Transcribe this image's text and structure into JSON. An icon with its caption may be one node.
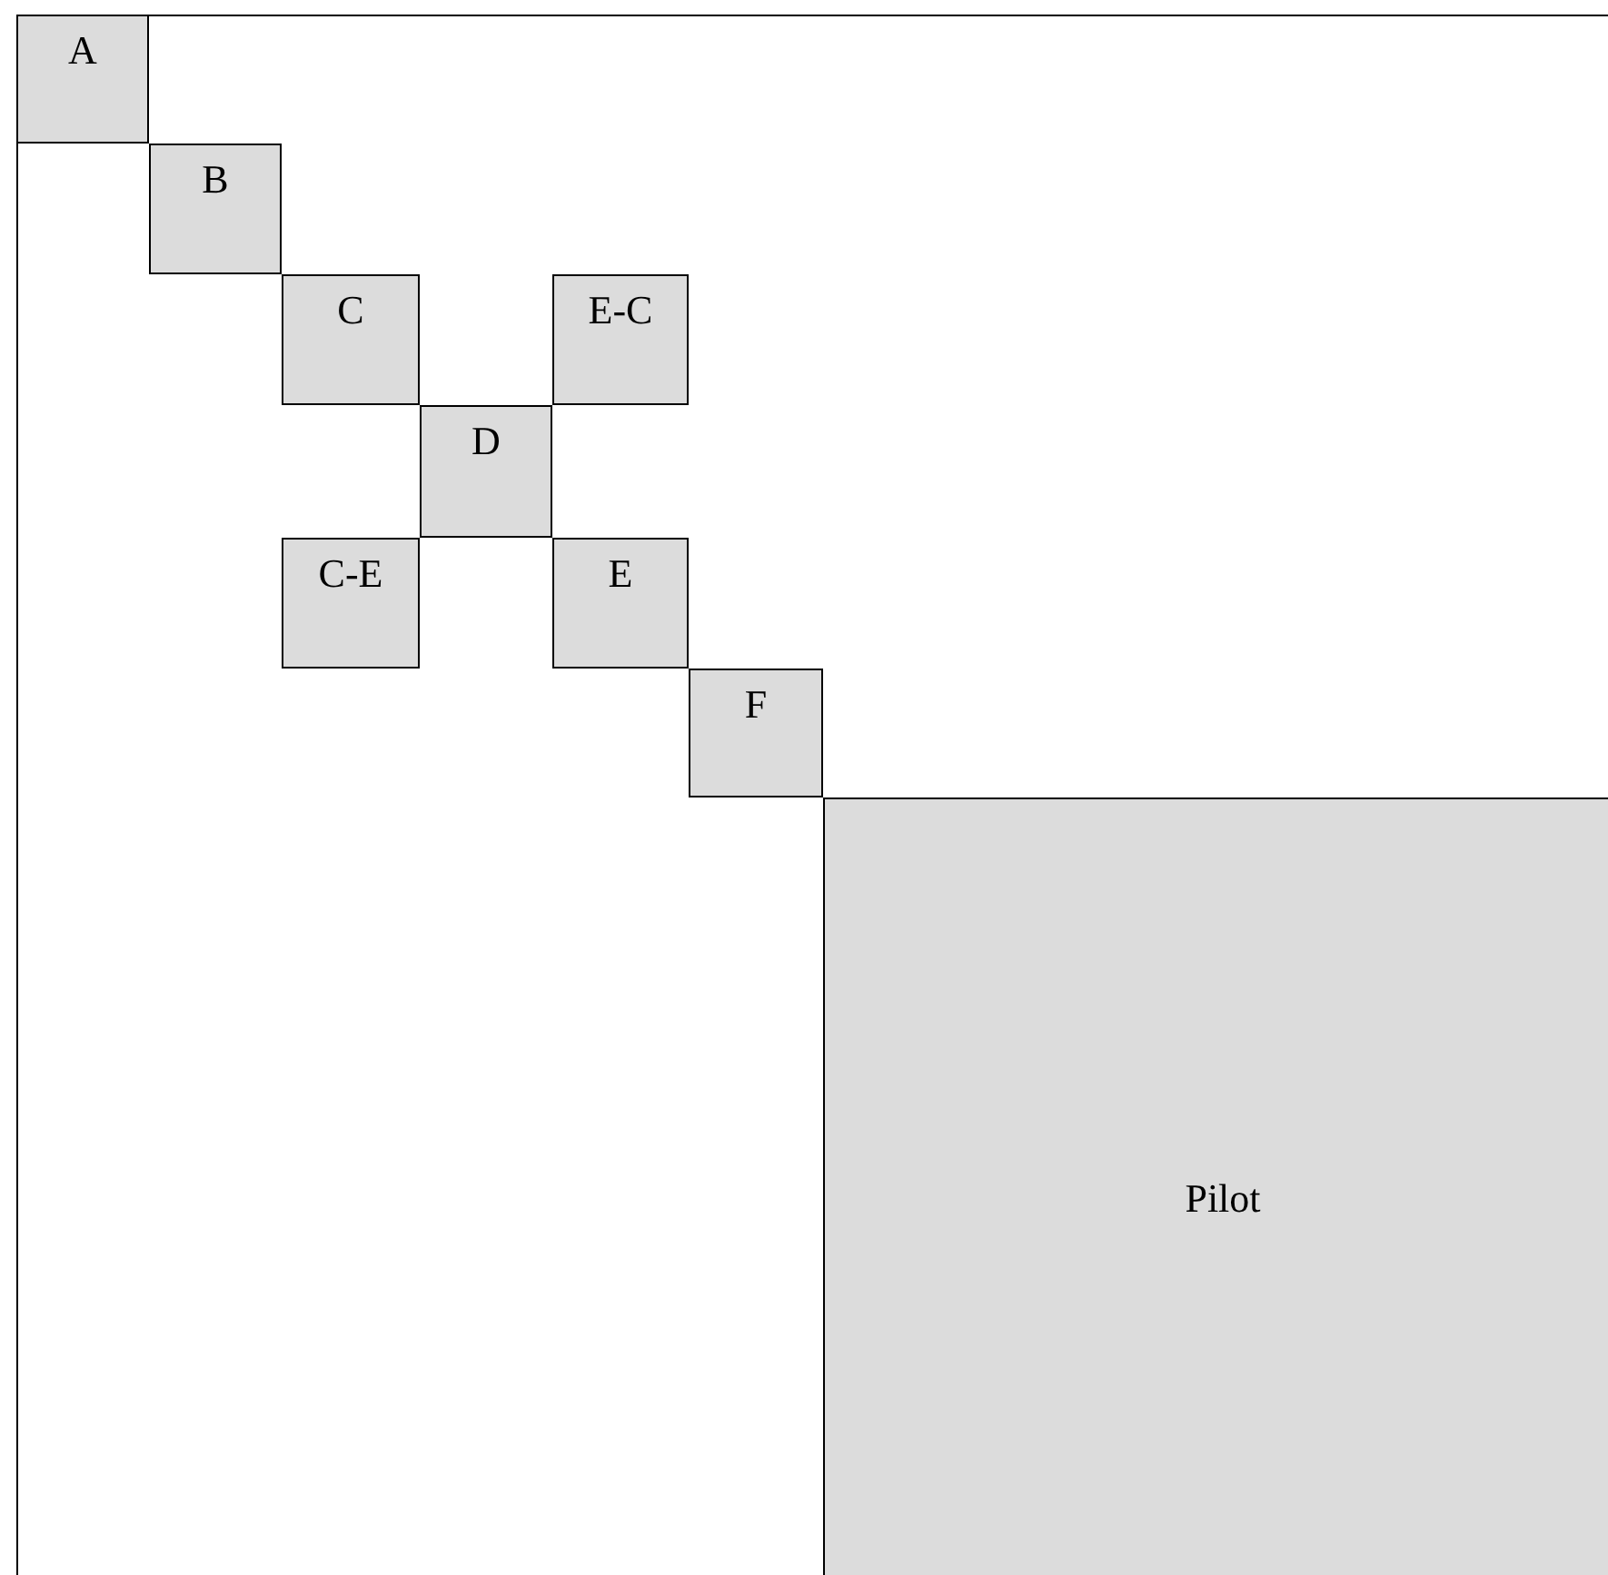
{
  "diagram": {
    "nodes": [
      {
        "text": [
          "A"
        ]
      },
      {
        "text": [
          "B"
        ]
      },
      {
        "text": [
          "C"
        ]
      },
      {
        "text": [
          "E-C"
        ]
      },
      {
        "text": [
          "D"
        ]
      },
      {
        "text": [
          "C-E"
        ]
      },
      {
        "text": [
          "E"
        ]
      },
      {
        "text": [
          "F"
        ]
      },
      {
        "text": [
          "Pilot"
        ]
      }
    ]
  }
}
